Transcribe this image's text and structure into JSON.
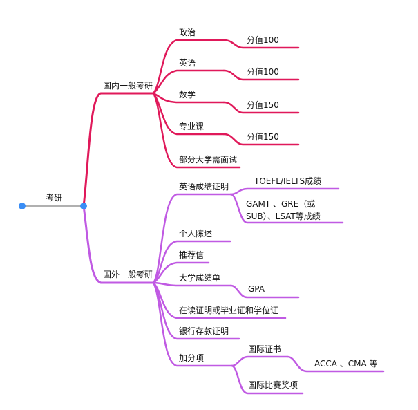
{
  "mindmap": {
    "root": {
      "label": "考研"
    },
    "colors": {
      "root_line": "#b0b0b0",
      "handle": "#3a8df5",
      "domestic": "#e0195a",
      "foreign": "#c05ae3"
    },
    "domestic": {
      "label": "国内一般考研",
      "subjects": [
        {
          "label": "政治",
          "score": "分值100"
        },
        {
          "label": "英语",
          "score": "分值100"
        },
        {
          "label": "数学",
          "score": "分值150"
        },
        {
          "label": "专业课",
          "score": "分值150"
        },
        {
          "label": "部分大学需面试"
        }
      ]
    },
    "foreign": {
      "label": "国外一般考研",
      "items": [
        {
          "label": "英语成绩证明",
          "details": [
            "TOEFL/IELTS成绩",
            "GAMT 、GRE（或SUB）、LSAT等成绩"
          ]
        },
        {
          "label": "个人陈述"
        },
        {
          "label": "推荐信"
        },
        {
          "label": "大学成绩单",
          "details": [
            "GPA"
          ]
        },
        {
          "label": "在读证明或毕业证和学位证"
        },
        {
          "label": "银行存款证明"
        },
        {
          "label": "加分项",
          "details": [
            "国际证书",
            "国际比赛奖项"
          ],
          "cert_detail": "ACCA 、CMA 等"
        }
      ]
    }
  }
}
